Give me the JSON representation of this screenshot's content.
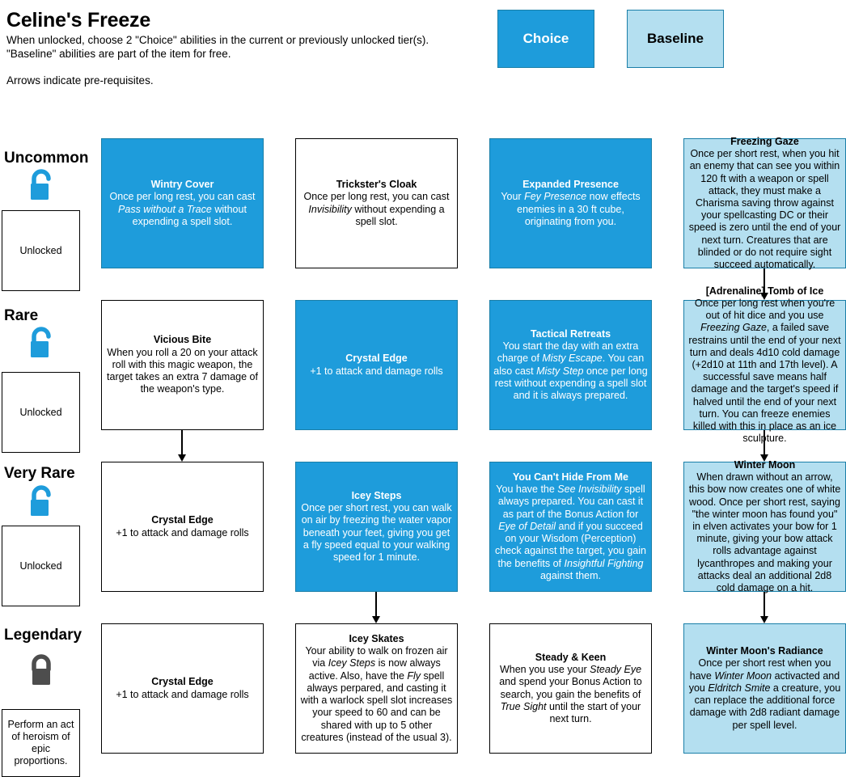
{
  "header": {
    "title": "Celine's Freeze",
    "description_line1": "When unlocked, choose 2 \"Choice\" abilities in the current or previously unlocked tier(s).",
    "description_line2": "\"Baseline\" abilities are part of the item for free.",
    "note": "Arrows indicate pre-requisites."
  },
  "legend": {
    "choice_label": "Choice",
    "baseline_label": "Baseline",
    "choice_color": "#1e9cdb",
    "baseline_color": "#b4dff0",
    "border_color": "#1a7fa8"
  },
  "tiers": [
    {
      "name": "Uncommon",
      "lock_state": "unlocked",
      "lock_color": "#1e9cdb",
      "status_text": "Unlocked"
    },
    {
      "name": "Rare",
      "lock_state": "unlocked",
      "lock_color": "#1e9cdb",
      "status_text": "Unlocked"
    },
    {
      "name": "Very Rare",
      "lock_state": "unlocked",
      "lock_color": "#1e9cdb",
      "status_text": "Unlocked"
    },
    {
      "name": "Legendary",
      "lock_state": "locked",
      "lock_color": "#4d4d4d",
      "status_text": "Perform an act of heroism of epic proportions."
    }
  ],
  "cards": {
    "wintry_cover": {
      "title": "Wintry Cover",
      "body_a": "Once per long rest, you can cast ",
      "body_em": "Pass without a Trace",
      "body_b": " without expending a spell slot.",
      "type": "choice"
    },
    "tricksters_cloak": {
      "title": "Trickster's Cloak",
      "body_a": "Once per long rest, you can cast ",
      "body_em": "Invisibility",
      "body_b": " without expending a spell slot.",
      "type": "plain"
    },
    "expanded_presence": {
      "title": "Expanded Presence",
      "body_a": "Your ",
      "body_em": "Fey Presence",
      "body_b": " now effects enemies in a 30 ft cube, originating from you.",
      "type": "choice"
    },
    "freezing_gaze": {
      "title": "Freezing Gaze",
      "body_a": "Once per short rest, when you hit an enemy that can see you within 120 ft with a weapon or spell attack, they must make a Charisma saving throw against your spellcasting DC or their speed is zero until the end of your next turn. Creatures that are blinded or do not require sight succeed automatically.",
      "type": "baseline"
    },
    "vicious_bite": {
      "title": "Vicious Bite",
      "body_a": "When you roll a 20 on your attack roll with this magic weapon, the target takes an extra 7 damage of the weapon's type.",
      "type": "plain"
    },
    "crystal_edge_rare": {
      "title": "Crystal Edge",
      "body_a": "+1 to attack and damage rolls",
      "type": "choice"
    },
    "tactical_retreats": {
      "title": "Tactical Retreats",
      "body_a": "You start the day with an extra charge of ",
      "body_em": "Misty Escape",
      "body_b": ". You can also cast ",
      "body_em2": "Misty Step",
      "body_c": " once per long rest without expending a spell slot and it is always prepared.",
      "type": "choice"
    },
    "tomb_of_ice": {
      "title": "[Adrenaline] Tomb of Ice",
      "body_a": "Once per long rest when you're out of hit dice and you use ",
      "body_em": "Freezing Gaze",
      "body_b": ", a failed save restrains until the end of your next turn and deals 4d10 cold damage (+2d10 at 11th and 17th level). A successful save means half damage and the target's speed if halved until the end of your next turn. You can freeze enemies killed with this in place as an ice sculpture.",
      "type": "baseline"
    },
    "crystal_edge_very_rare": {
      "title": "Crystal Edge",
      "body_a": "+1 to attack and damage rolls",
      "type": "plain"
    },
    "icey_steps": {
      "title": "Icey Steps",
      "body_a": "Once per short rest, you can walk on air by freezing the water vapor beneath your feet, giving you get a fly speed equal to your walking speed for 1 minute.",
      "type": "choice"
    },
    "you_cant_hide_from_me": {
      "title": "You Can't Hide From Me",
      "body_a": "You have the ",
      "body_em": "See Invisibility",
      "body_b": " spell always prepared. You can cast it as part of the Bonus Action for ",
      "body_em2": "Eye of Detail",
      "body_c": " and if you succeed on your Wisdom (Perception) check against the target, you gain the benefits of ",
      "body_em3": "Insightful Fighting",
      "body_d": " against them.",
      "type": "choice"
    },
    "winter_moon": {
      "title": "Winter Moon",
      "body_a": "When drawn without an arrow, this bow now creates one of white wood. Once per short rest, saying \"the winter moon has found you\" in elven activates your bow for 1 minute, giving your bow attack rolls advantage against lycanthropes and making your attacks deal an additional 2d8 cold damage on a hit.",
      "type": "baseline"
    },
    "crystal_edge_legendary": {
      "title": "Crystal Edge",
      "body_a": "+1 to attack and damage rolls",
      "type": "plain"
    },
    "icey_skates": {
      "title": "Icey Skates",
      "body_a": "Your ability to walk on frozen air via ",
      "body_em": "Icey Steps",
      "body_b": " is now always active. Also, have the ",
      "body_em2": "Fly",
      "body_c": " spell always perpared, and casting it with a warlock spell slot increases your speed to 60 and can be shared with up to 5 other creatures (instead of the usual 3).",
      "type": "plain"
    },
    "steady_and_keen": {
      "title": "Steady & Keen",
      "body_a": "When you use your ",
      "body_em": "Steady Eye",
      "body_b": " and spend your Bonus Action to search, you gain the benefits of ",
      "body_em2": "True Sight",
      "body_c": " until the start of your next turn.",
      "type": "plain"
    },
    "winter_moons_radiance": {
      "title": "Winter Moon's Radiance",
      "body_a": "Once per short rest when you have ",
      "body_em": "Winter Moon",
      "body_b": " activacted and you ",
      "body_em2": "Eldritch Smite",
      "body_c": " a creature, you can replace the additional force damage with 2d8 radiant damage per spell level.",
      "type": "baseline"
    }
  }
}
